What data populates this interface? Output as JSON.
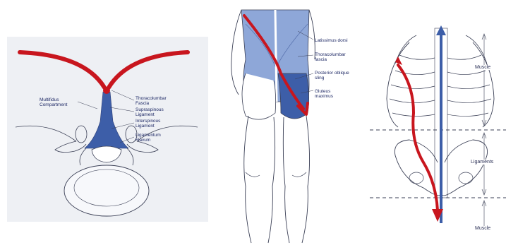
{
  "colors": {
    "red": "#c8161e",
    "blue": "#3d5ea8",
    "light_blue": "#8ea7d8",
    "panel_bg": "#eef0f4",
    "outline": "#3a3f55"
  },
  "panel1": {
    "labels": {
      "thoracolumbar_fascia": "Thoracolumbar Fascia",
      "supraspinous": "Supraspinous Ligament",
      "multifidus": "Multifidus Compartment",
      "interspinous": "Interspinous Ligament",
      "ligamentum_flavum": "Ligamentum Flavum"
    }
  },
  "panel2": {
    "labels": {
      "latissimus": "Latissimus dorsi",
      "thoracolumbar": "Thoracolumbar fascia",
      "posterior_oblique": "Posterior oblique sling",
      "gluteus": "Gluteus maximus"
    }
  },
  "panel3": {
    "labels": {
      "muscle_top": "Muscle",
      "ligaments": "Ligaments",
      "muscle_bottom": "Muscle"
    }
  }
}
